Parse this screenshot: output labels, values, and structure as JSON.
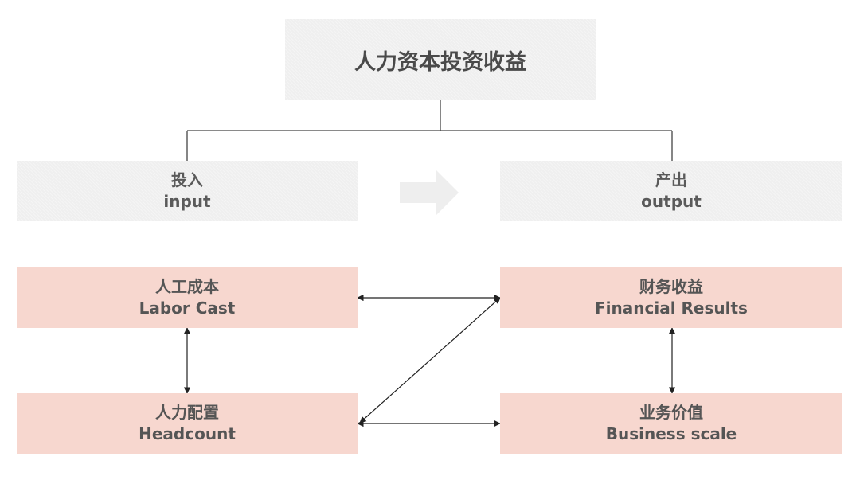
{
  "title": "人力资本投资收益",
  "input": {
    "zh": "投入",
    "en": "input"
  },
  "output": {
    "zh": "产出",
    "en": "output"
  },
  "nodes": {
    "labor_cost": {
      "zh": "人工成本",
      "en": "Labor Cast"
    },
    "headcount": {
      "zh": "人力配置",
      "en": "Headcount"
    },
    "financial_results": {
      "zh": "财务收益",
      "en": "Financial Results"
    },
    "business_scale": {
      "zh": "业务价值",
      "en": "Business scale"
    }
  },
  "colors": {
    "header_fill": "#efefef",
    "node_fill": "#f7d7cf",
    "text": "#555555",
    "line": "#333333",
    "flow_arrow": "#eeeeee"
  },
  "icons": [
    "right-arrow-icon"
  ]
}
